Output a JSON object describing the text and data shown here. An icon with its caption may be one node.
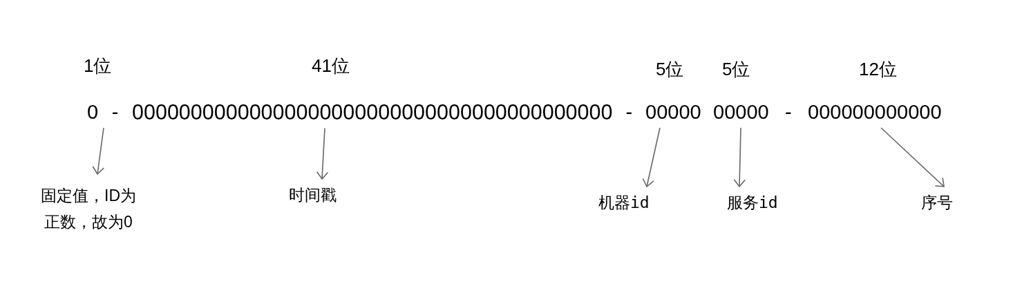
{
  "diagram": {
    "nodes": [
      {
        "text": [
          "0"
        ]
      },
      {
        "text": [
          "00000000000000000000000000000000000000000"
        ]
      },
      {
        "text": [
          "00000"
        ]
      },
      {
        "text": [
          "00000"
        ]
      },
      {
        "text": [
          "000000000000"
        ]
      },
      {
        "text": [
          "固定值，ID为正数，故为0"
        ]
      },
      {
        "text": [
          "时间戳"
        ]
      },
      {
        "text": [
          "机器id"
        ]
      },
      {
        "text": [
          "服务id"
        ]
      },
      {
        "text": [
          "序号"
        ]
      }
    ],
    "edges": [
      {
        "from": 0,
        "to": 5,
        "arrow": "to"
      },
      {
        "from": 1,
        "to": 6,
        "arrow": "to"
      },
      {
        "from": 2,
        "to": 7,
        "arrow": "to"
      },
      {
        "from": 3,
        "to": 8,
        "arrow": "to"
      },
      {
        "from": 4,
        "to": 9,
        "arrow": "to"
      }
    ],
    "labels": [
      "1位",
      "41位",
      "5位",
      "5位",
      "12位",
      "-",
      "-",
      "-"
    ]
  }
}
